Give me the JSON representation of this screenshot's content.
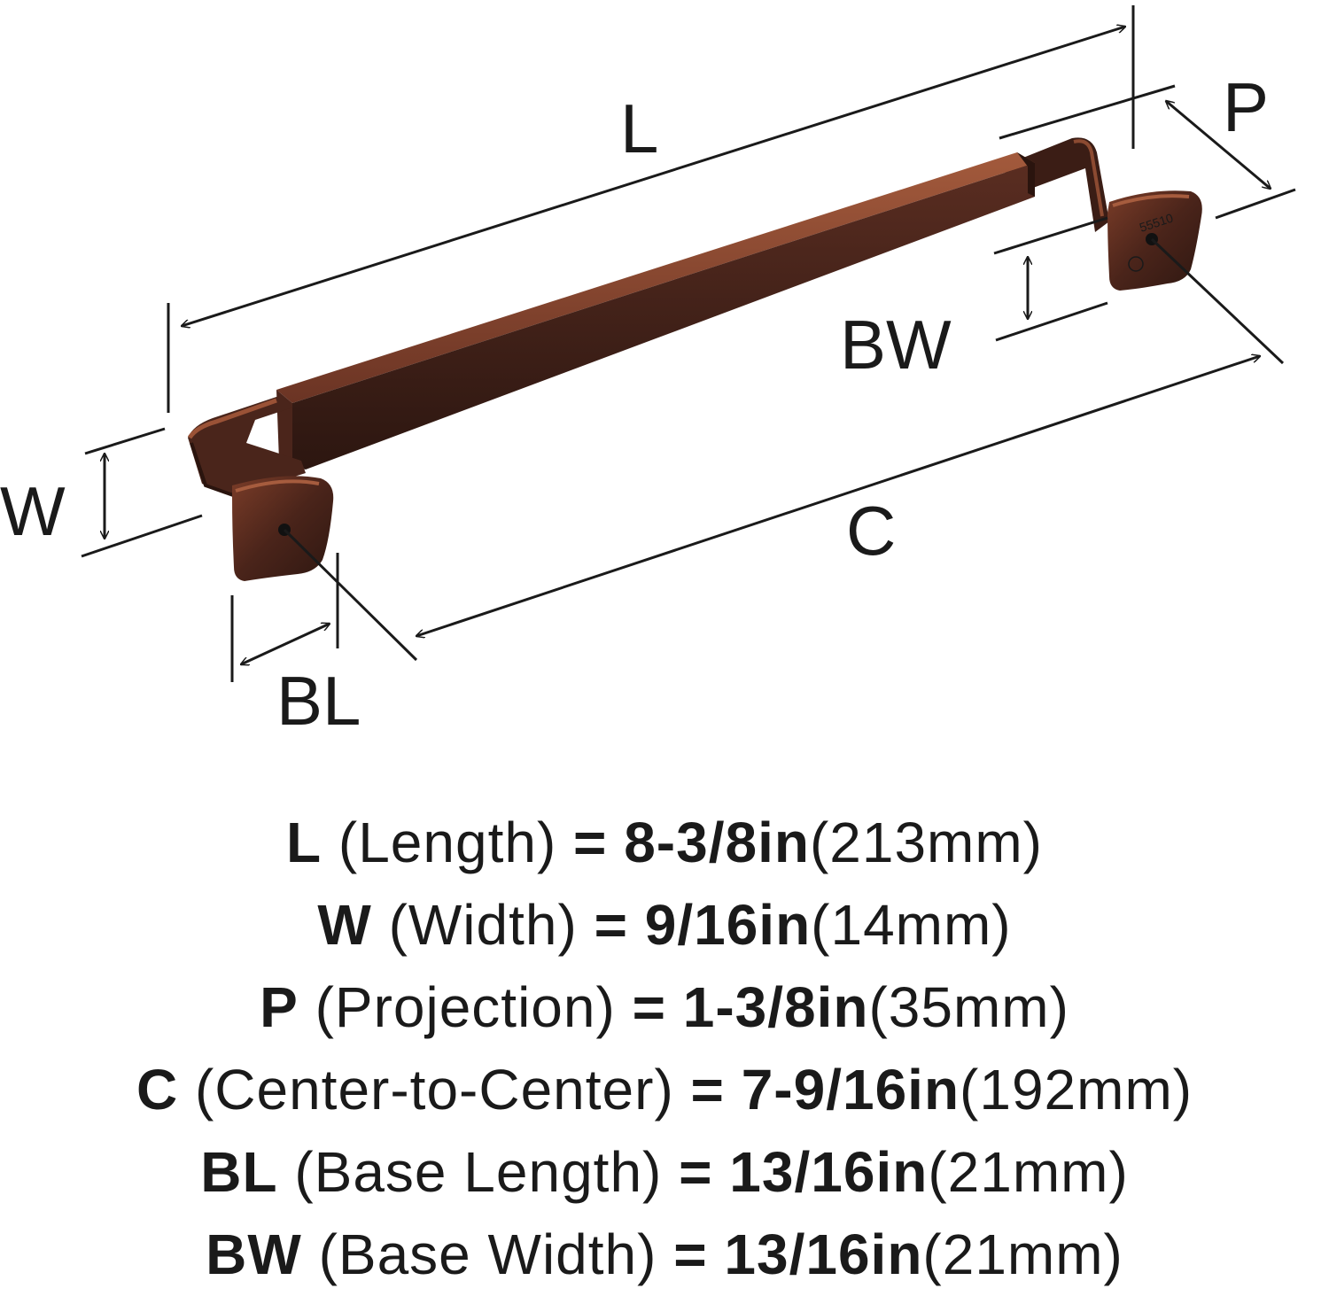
{
  "diagram": {
    "labels": {
      "length": "L",
      "width": "W",
      "projection": "P",
      "center": "C",
      "base_length": "BL",
      "base_width": "BW"
    },
    "base_marking": "55510",
    "colors": {
      "handle_dark": "#3a1f17",
      "handle_mid": "#5e3024",
      "handle_highlight": "#9a5236",
      "line": "#1a1a1a"
    }
  },
  "specs": [
    {
      "code": "L",
      "name": "(Length)",
      "eq": "=",
      "imperial": "8-3/8in",
      "metric": "(213mm)"
    },
    {
      "code": "W",
      "name": "(Width)",
      "eq": "=",
      "imperial": "9/16in",
      "metric": "(14mm)"
    },
    {
      "code": "P",
      "name": "(Projection)",
      "eq": "=",
      "imperial": "1-3/8in",
      "metric": "(35mm)"
    },
    {
      "code": "C",
      "name": "(Center-to-Center)",
      "eq": "=",
      "imperial": "7-9/16in",
      "metric": "(192mm)"
    },
    {
      "code": "BL",
      "name": "(Base Length)",
      "eq": "=",
      "imperial": "13/16in",
      "metric": "(21mm)"
    },
    {
      "code": "BW",
      "name": "(Base Width)",
      "eq": "=",
      "imperial": "13/16in",
      "metric": "(21mm)"
    }
  ]
}
